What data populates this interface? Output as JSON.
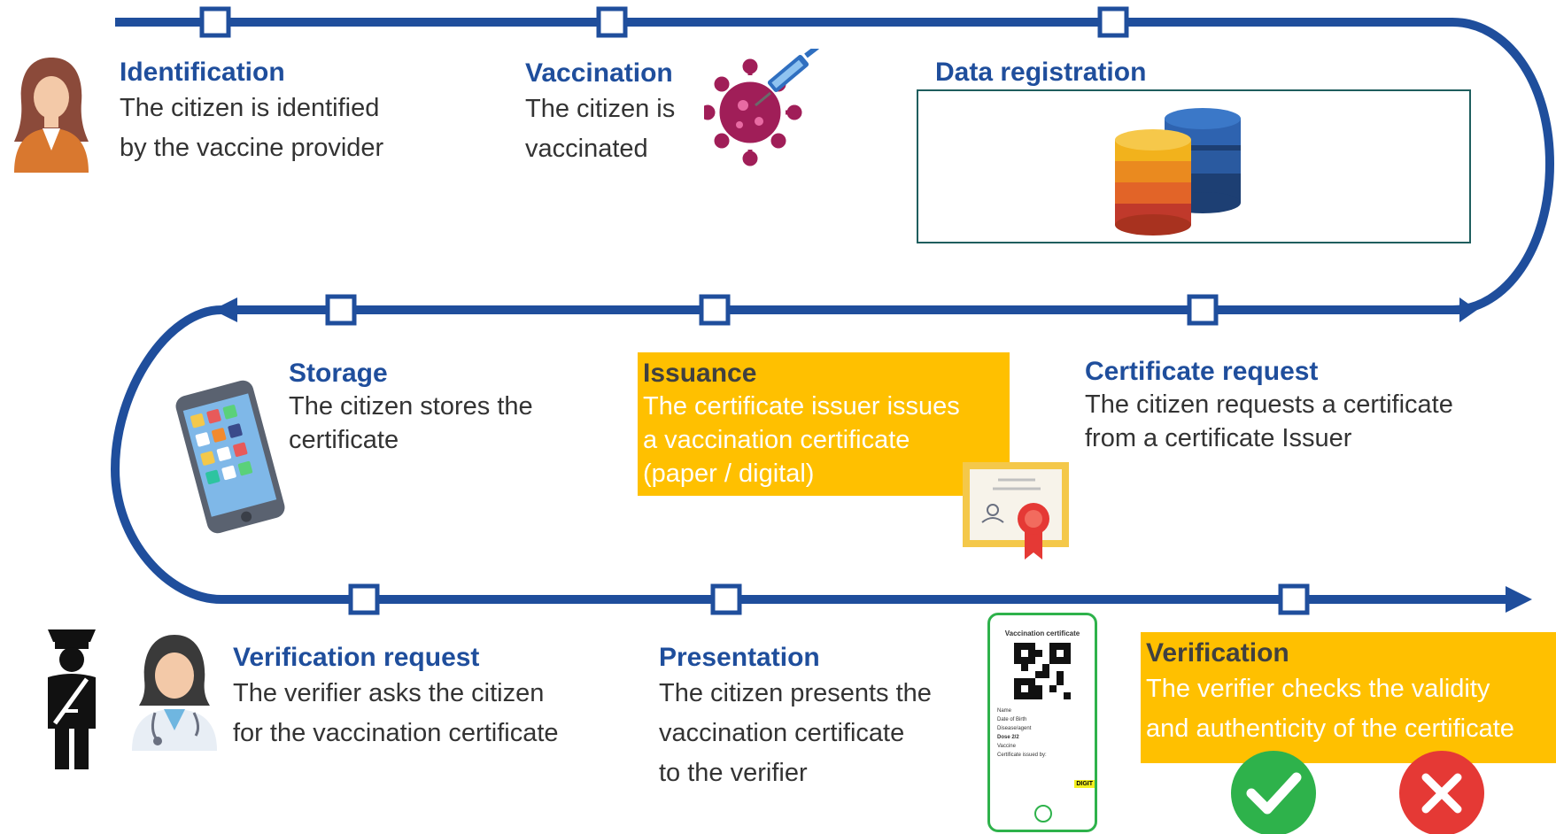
{
  "steps": {
    "identification": {
      "title": "Identification",
      "desc": "The citizen is identified\nby the vaccine provider"
    },
    "vaccination": {
      "title": "Vaccination",
      "desc": "The citizen is\nvaccinated"
    },
    "data_registration": {
      "title": "Data registration"
    },
    "certificate_request": {
      "title": "Certificate request",
      "desc": "The citizen requests a certificate\nfrom a certificate Issuer"
    },
    "issuance": {
      "title": "Issuance",
      "desc": "The certificate issuer issues\na vaccination certificate\n(paper / digital)"
    },
    "storage": {
      "title": "Storage",
      "desc": "The citizen stores the\ncertificate"
    },
    "verification_request": {
      "title": "Verification request",
      "desc": "The verifier asks the citizen\nfor the vaccination certificate"
    },
    "presentation": {
      "title": "Presentation",
      "desc": "The citizen presents the\nvaccination certificate\nto the verifier"
    },
    "verification": {
      "title": "Verification",
      "desc": "The verifier checks the validity\nand authenticity of the certificate"
    }
  },
  "phone_certificate": {
    "header": "Vaccination certificate",
    "lines": [
      "Name",
      "Date of Birth",
      "Disease/agent",
      "Dose 2/2",
      "Vaccine",
      "Certificate issued by:"
    ],
    "badge": "DIGIT"
  },
  "colors": {
    "flow_line": "#1f4e9c",
    "title_blue": "#1f4e9c",
    "highlight": "#ffc000",
    "check_green": "#2eb24b",
    "cross_red": "#e53935"
  },
  "icons": [
    "person-icon",
    "virus-syringe-icon",
    "database-icon",
    "smartphone-icon",
    "certificate-icon",
    "officer-icon",
    "doctor-icon",
    "qr-phone-icon",
    "check-icon",
    "cross-icon"
  ]
}
